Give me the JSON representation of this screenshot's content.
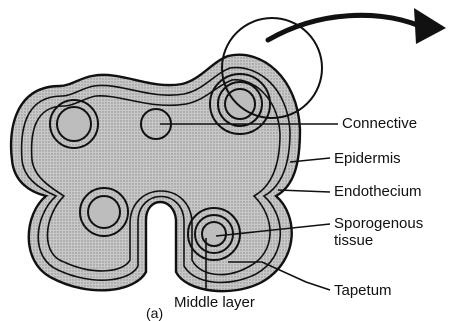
{
  "figure": {
    "labels": {
      "connective": "Connective",
      "epidermis": "Epidermis",
      "endothecium": "Endothecium",
      "sporogenous_line1": "Sporogenous",
      "sporogenous_line2": "tissue",
      "tapetum": "Tapetum",
      "middle_layer": "Middle layer",
      "subfigure": "(a)"
    },
    "colors": {
      "tissue_fill": "#bdbdbd",
      "outline": "#111111",
      "background": "#ffffff"
    },
    "icons": [
      "arrow-icon",
      "magnifier-circle-icon"
    ]
  }
}
